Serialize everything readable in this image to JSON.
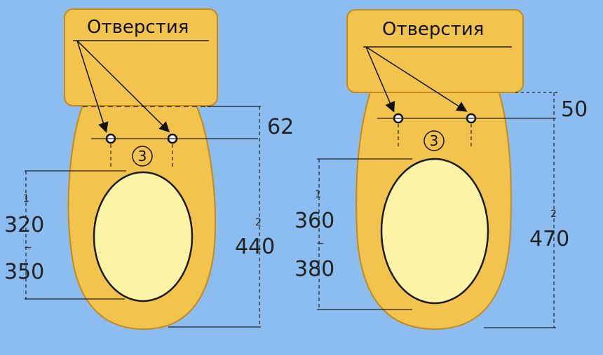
{
  "colors": {
    "background": "#8bbdf0",
    "body_fill": "#f2c44e",
    "body_stroke": "#c48a1a",
    "seat_fill": "#fbf3a6",
    "seat_stroke": "#1a1a1a",
    "line": "#222222"
  },
  "left_toilet": {
    "tank_label": "Отверстия",
    "hole_marker": "3",
    "dim_62": "62",
    "dim_320": "320",
    "dim_350": "350",
    "dim_440": "440",
    "note_1": "1",
    "note_2": "2",
    "tilde": "~"
  },
  "right_toilet": {
    "tank_label": "Отверстия",
    "hole_marker": "3",
    "dim_50": "50",
    "dim_360": "360",
    "dim_380": "380",
    "dim_470": "470",
    "note_1": "1",
    "note_2": "2",
    "tilde": "~"
  }
}
